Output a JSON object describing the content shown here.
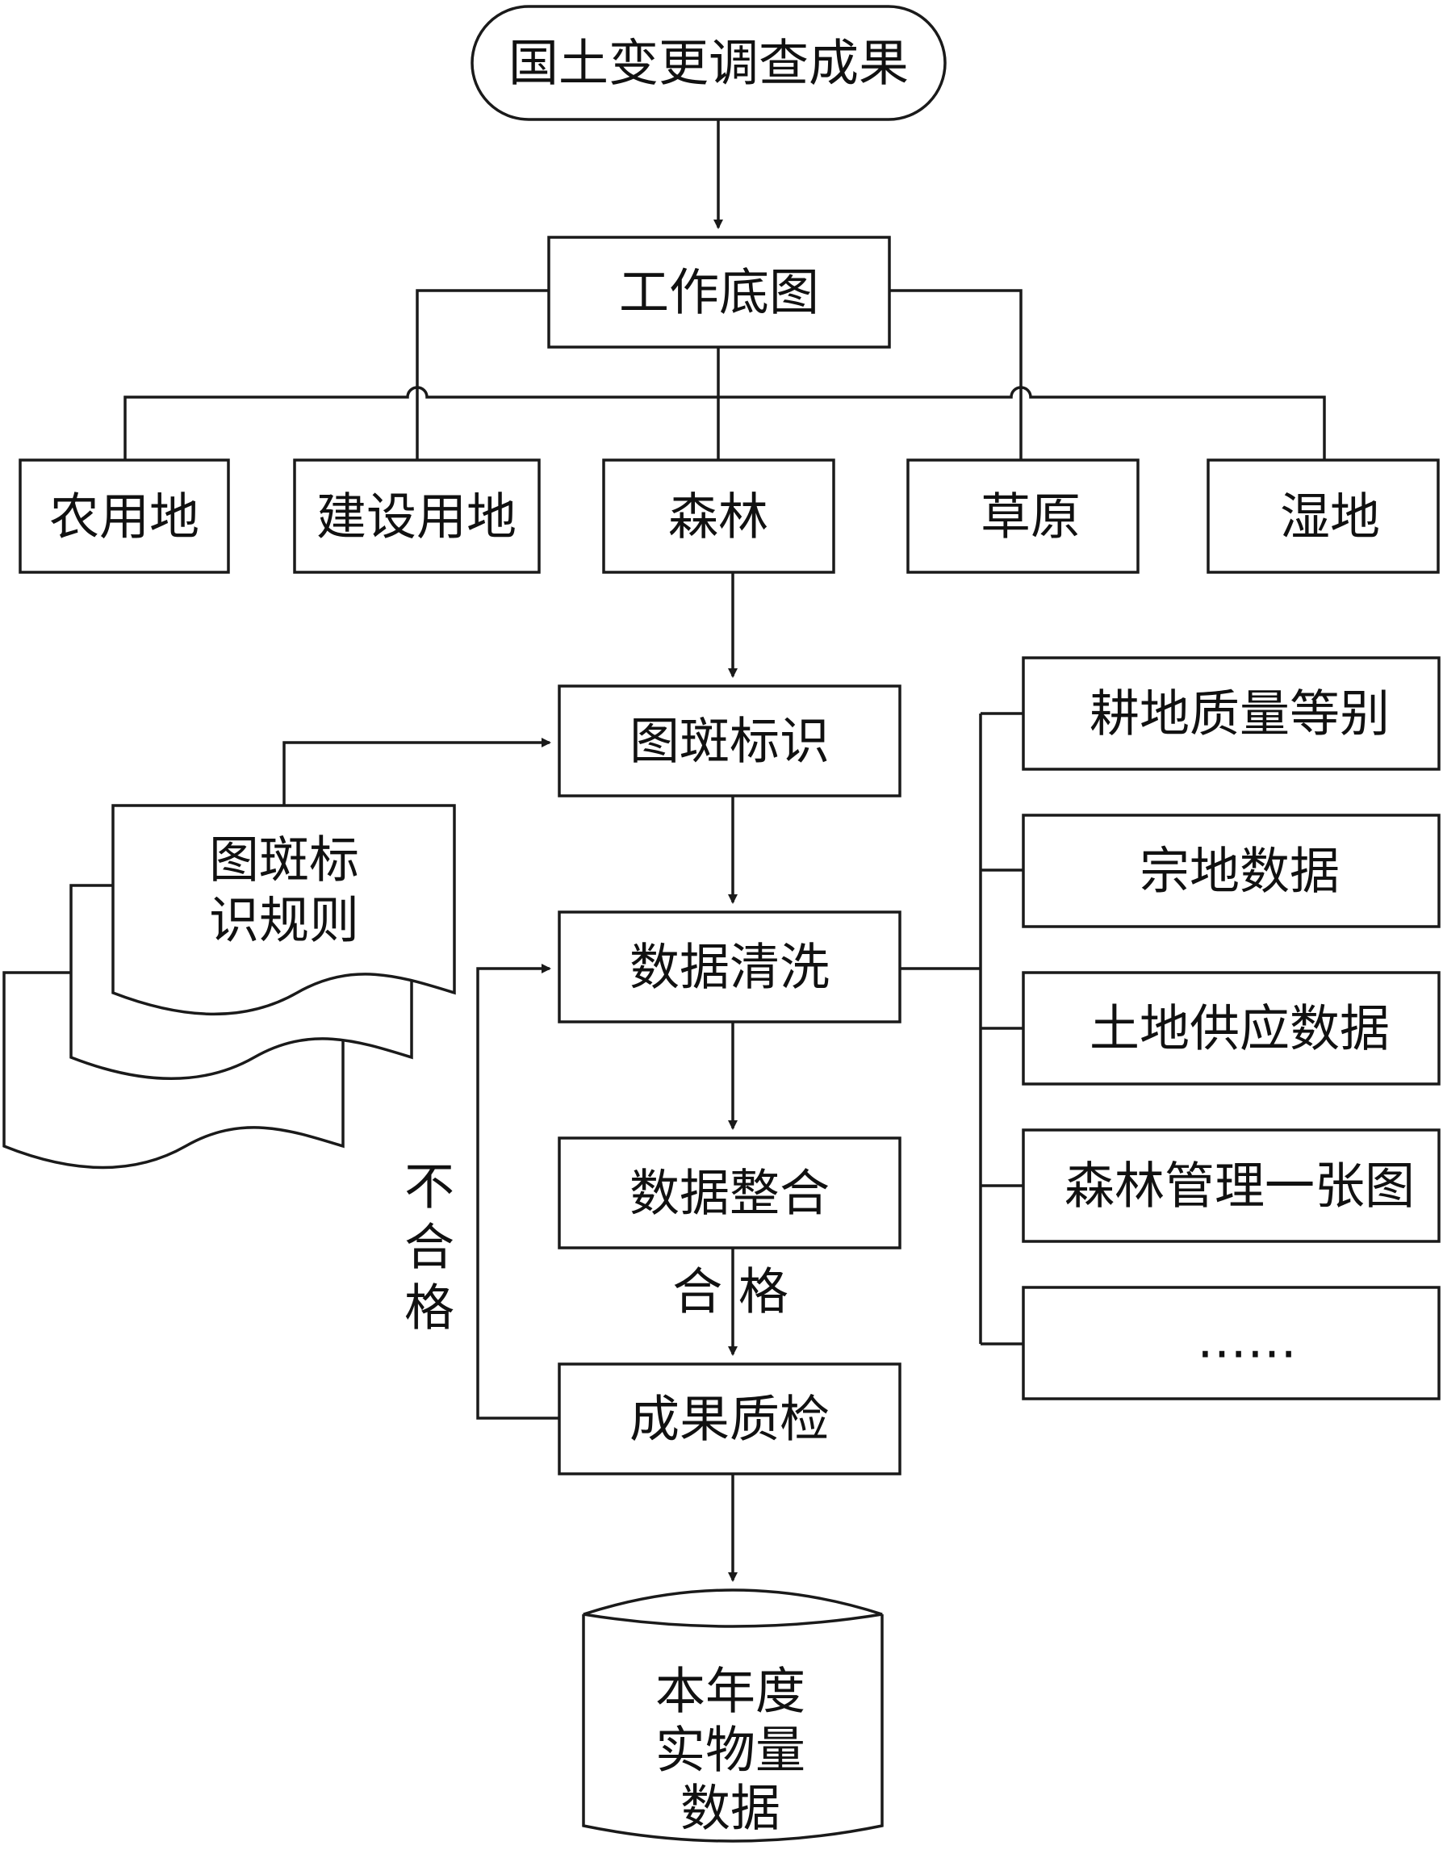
{
  "nodes": {
    "start": "国土变更调查成果",
    "base_map": "工作底图",
    "categories": [
      "农用地",
      "建设用地",
      "森林",
      "草原",
      "湿地"
    ],
    "patch_id": "图斑标识",
    "rules_doc": [
      "图斑标",
      "识规则"
    ],
    "cleaning": "数据清洗",
    "integration": "数据整合",
    "qc": "成果质检",
    "result_db": [
      "本年度",
      "实物量",
      "数据"
    ],
    "side_data": [
      "耕地质量等别",
      "宗地数据",
      "土地供应数据",
      "森林管理一张图",
      "……"
    ]
  },
  "labels": {
    "pass": "合 格",
    "fail": [
      "不",
      "合",
      "格"
    ]
  }
}
